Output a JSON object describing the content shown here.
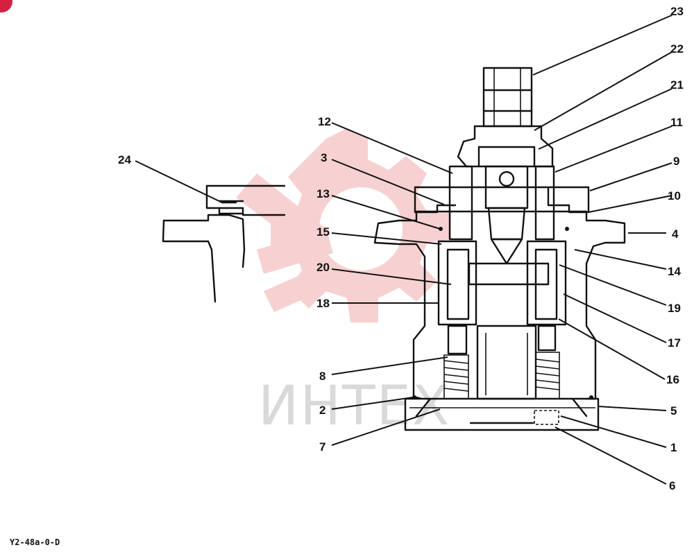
{
  "watermark": {
    "text": "ИНТЕХ",
    "color": "#d9d9d9",
    "logo_color": "#f6c9c9"
  },
  "corner_mark_color": "#d4213d",
  "footer": {
    "code": "Y2-48a-0-D"
  },
  "callouts": {
    "c23": "23",
    "c22": "22",
    "c21": "21",
    "c11": "11",
    "c9": "9",
    "c10": "10",
    "c4": "4",
    "c14": "14",
    "c19": "19",
    "c17": "17",
    "c16": "16",
    "c5": "5",
    "c1": "1",
    "c6": "6",
    "c12": "12",
    "c3": "3",
    "c13": "13",
    "c15": "15",
    "c20": "20",
    "c18": "18",
    "c8": "8",
    "c2": "2",
    "c7": "7",
    "c24": "24"
  }
}
